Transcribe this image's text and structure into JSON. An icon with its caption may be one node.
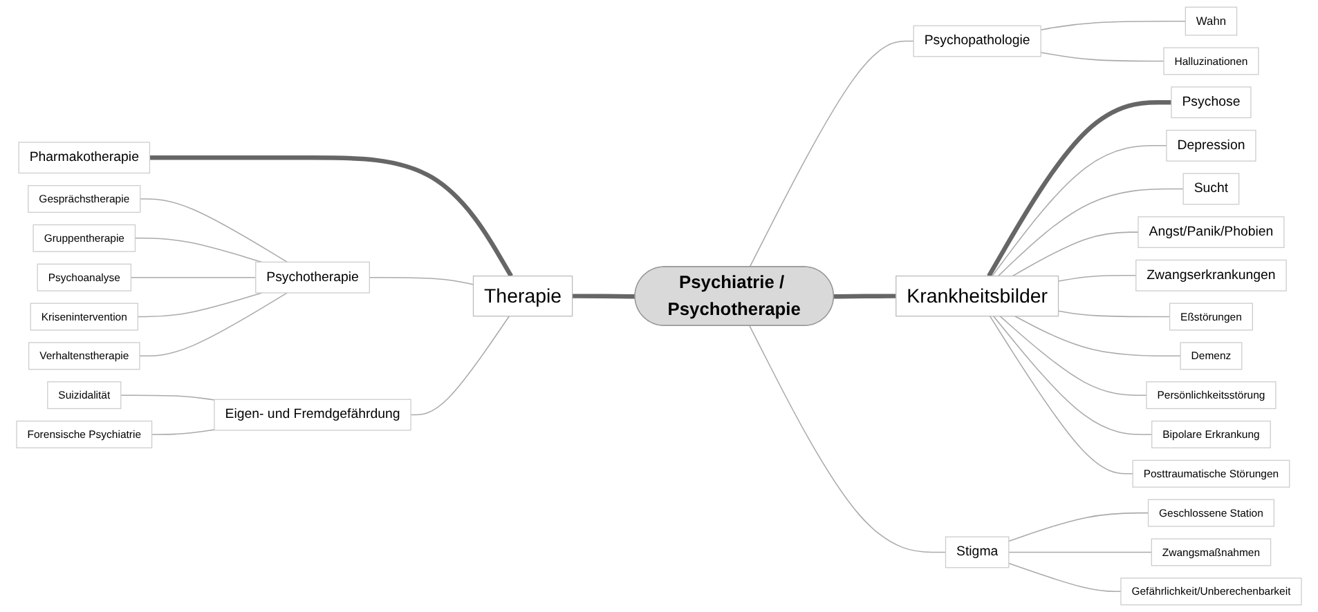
{
  "diagram": {
    "nodes": [
      {
        "text": [
          "Psychiatrie / Psychotherapie"
        ]
      },
      {
        "text": [
          "Therapie"
        ]
      },
      {
        "text": [
          "Pharmakotherapie"
        ]
      },
      {
        "text": [
          "Psychotherapie"
        ]
      },
      {
        "text": [
          "Gesprächstherapie"
        ]
      },
      {
        "text": [
          "Gruppentherapie"
        ]
      },
      {
        "text": [
          "Psychoanalyse"
        ]
      },
      {
        "text": [
          "Krisenintervention"
        ]
      },
      {
        "text": [
          "Verhaltenstherapie"
        ]
      },
      {
        "text": [
          "Eigen- und Fremdgefährdung"
        ]
      },
      {
        "text": [
          "Suizidalität"
        ]
      },
      {
        "text": [
          "Forensische Psychiatrie"
        ]
      },
      {
        "text": [
          "Psychopathologie"
        ]
      },
      {
        "text": [
          "Wahn"
        ]
      },
      {
        "text": [
          "Halluzinationen"
        ]
      },
      {
        "text": [
          "Krankheitsbilder"
        ]
      },
      {
        "text": [
          "Psychose"
        ]
      },
      {
        "text": [
          "Depression"
        ]
      },
      {
        "text": [
          "Sucht"
        ]
      },
      {
        "text": [
          "Angst/Panik/Phobien"
        ]
      },
      {
        "text": [
          "Zwangserkrankungen"
        ]
      },
      {
        "text": [
          "Eßstörungen"
        ]
      },
      {
        "text": [
          "Demenz"
        ]
      },
      {
        "text": [
          "Persönlichkeitsstörung"
        ]
      },
      {
        "text": [
          "Bipolare Erkrankung"
        ]
      },
      {
        "text": [
          "Posttraumatische Störungen"
        ]
      },
      {
        "text": [
          "Stigma"
        ]
      },
      {
        "text": [
          "Geschlossene Station"
        ]
      },
      {
        "text": [
          "Zwangsmaßnahmen"
        ]
      },
      {
        "text": [
          "Gefährlichkeit/Unberechenbarkeit"
        ]
      }
    ],
    "edges": [
      {
        "from": 1,
        "to": 0,
        "arrow": "none",
        "style": "thick"
      },
      {
        "from": 2,
        "to": 1,
        "arrow": "none",
        "style": "thick"
      },
      {
        "from": 3,
        "to": 1,
        "arrow": "none"
      },
      {
        "from": 4,
        "to": 3,
        "arrow": "none"
      },
      {
        "from": 5,
        "to": 3,
        "arrow": "none"
      },
      {
        "from": 6,
        "to": 3,
        "arrow": "none"
      },
      {
        "from": 7,
        "to": 3,
        "arrow": "none"
      },
      {
        "from": 8,
        "to": 3,
        "arrow": "none"
      },
      {
        "from": 9,
        "to": 1,
        "arrow": "none"
      },
      {
        "from": 10,
        "to": 9,
        "arrow": "none"
      },
      {
        "from": 11,
        "to": 9,
        "arrow": "none"
      },
      {
        "from": 0,
        "to": 12,
        "arrow": "none"
      },
      {
        "from": 12,
        "to": 13,
        "arrow": "none"
      },
      {
        "from": 12,
        "to": 14,
        "arrow": "none"
      },
      {
        "from": 0,
        "to": 15,
        "arrow": "none",
        "style": "thick"
      },
      {
        "from": 15,
        "to": 16,
        "arrow": "none",
        "style": "thick"
      },
      {
        "from": 15,
        "to": 17,
        "arrow": "none"
      },
      {
        "from": 15,
        "to": 18,
        "arrow": "none"
      },
      {
        "from": 15,
        "to": 19,
        "arrow": "none"
      },
      {
        "from": 15,
        "to": 20,
        "arrow": "none"
      },
      {
        "from": 15,
        "to": 21,
        "arrow": "none"
      },
      {
        "from": 15,
        "to": 22,
        "arrow": "none"
      },
      {
        "from": 15,
        "to": 23,
        "arrow": "none"
      },
      {
        "from": 15,
        "to": 24,
        "arrow": "none"
      },
      {
        "from": 15,
        "to": 25,
        "arrow": "none"
      },
      {
        "from": 0,
        "to": 26,
        "arrow": "none"
      },
      {
        "from": 26,
        "to": 27,
        "arrow": "none"
      },
      {
        "from": 26,
        "to": 28,
        "arrow": "none"
      },
      {
        "from": 26,
        "to": 29,
        "arrow": "none"
      }
    ]
  }
}
